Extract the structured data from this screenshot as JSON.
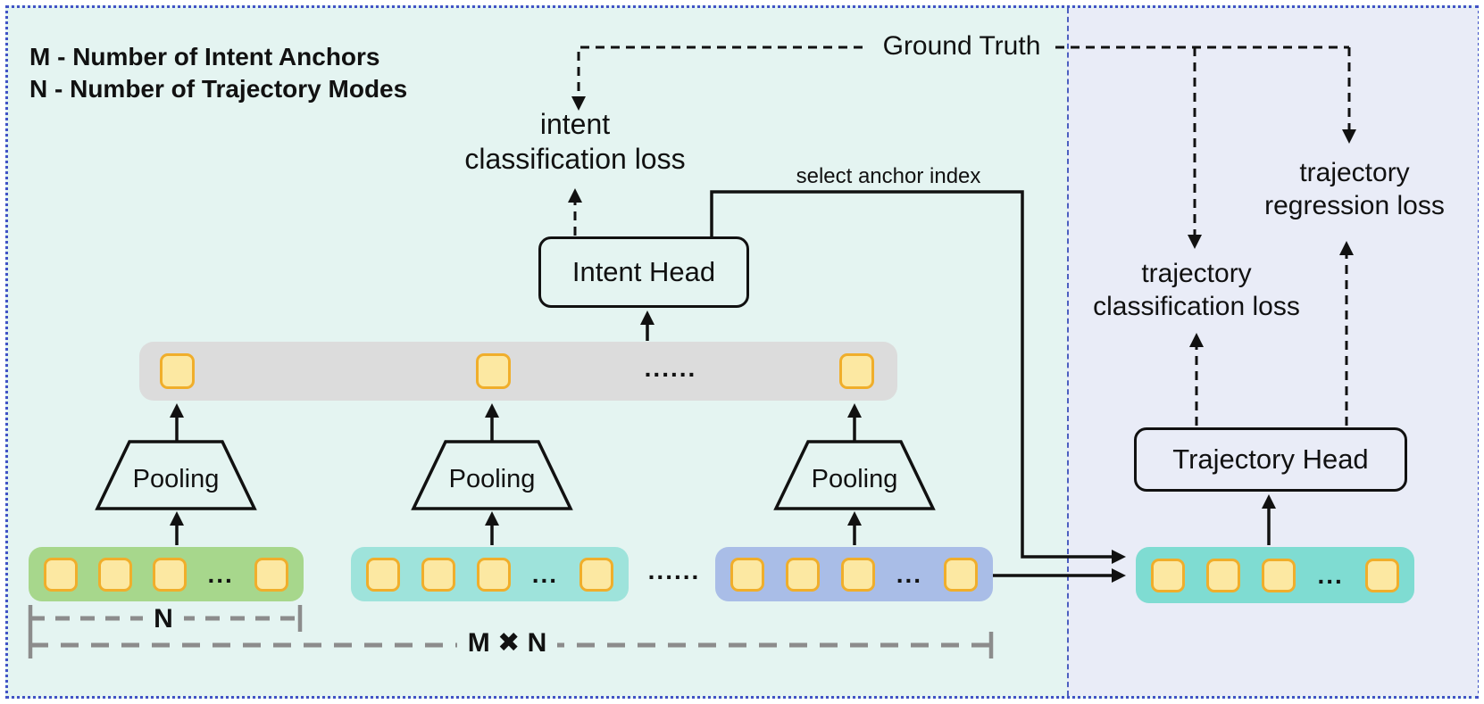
{
  "legend": {
    "line1": "M - Number of Intent Anchors",
    "line2": "N - Number of Trajectory Modes"
  },
  "ground_truth_label": "Ground Truth",
  "select_anchor_label": "select anchor index",
  "intent_head_label": "Intent Head",
  "trajectory_head_label": "Trajectory Head",
  "pooling_label": "Pooling",
  "losses": {
    "intent": {
      "line1": "intent",
      "line2": "classification loss"
    },
    "trajectory_classification": {
      "line1": "trajectory",
      "line2": "classification loss"
    },
    "trajectory_regression": {
      "line1": "trajectory",
      "line2": "regression loss"
    }
  },
  "brackets": {
    "n_label": "N",
    "mxn_label": "M ✖ N"
  },
  "ellipses": {
    "in_bar": "...",
    "between_bars": "......",
    "anchor_bar": "......"
  },
  "colors": {
    "outer_border": "#4152c6",
    "panel_left_bg": "#e4f4f1",
    "panel_right_bg": "#e9ecf7",
    "panel_divider": "#4c5fc0",
    "token_fill": "#fce8a2",
    "token_border": "#f0ae2b",
    "anchor_bar_bg": "#dcdcdc",
    "mode_bar_green": "#a7d78c",
    "mode_bar_teal": "#9ee3db",
    "mode_bar_blue": "#a9bde7",
    "selected_bar_teal": "#7fdcd2",
    "bracket_gray": "#8c8c8c",
    "line_color": "#111111"
  }
}
